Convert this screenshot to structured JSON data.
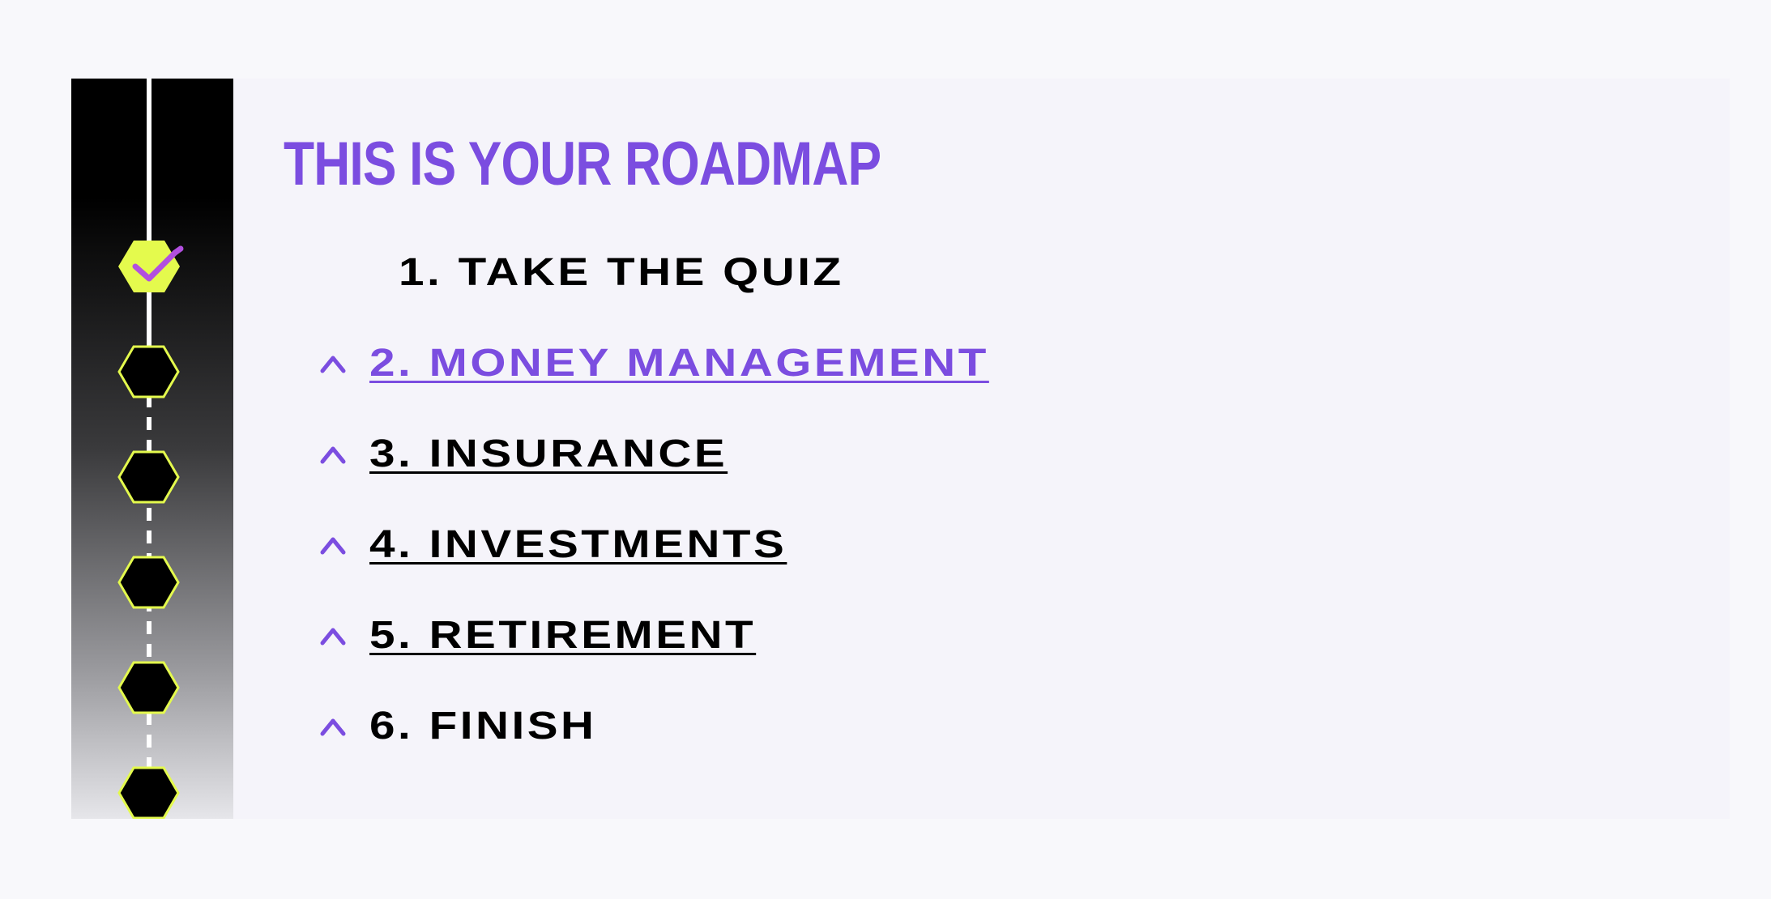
{
  "roadmap": {
    "title": "THIS IS YOUR ROADMAP",
    "steps": [
      {
        "label": "1. TAKE THE QUIZ",
        "completed": true,
        "active": false,
        "link": false,
        "has_chevron": false
      },
      {
        "label": "2. MONEY MANAGEMENT",
        "completed": false,
        "active": true,
        "link": true,
        "has_chevron": true
      },
      {
        "label": "3. INSURANCE",
        "completed": false,
        "active": false,
        "link": true,
        "has_chevron": true
      },
      {
        "label": "4. INVESTMENTS",
        "completed": false,
        "active": false,
        "link": true,
        "has_chevron": true
      },
      {
        "label": "5. RETIREMENT",
        "completed": false,
        "active": false,
        "link": true,
        "has_chevron": true
      },
      {
        "label": "6. FINISH",
        "completed": false,
        "active": false,
        "link": false,
        "has_chevron": true
      }
    ]
  },
  "icons": {
    "completed_marker": "hexagon-check-icon",
    "pending_marker": "hexagon-icon",
    "expand": "chevron-up-icon"
  },
  "colors": {
    "accent": "#7b4de0",
    "marker_complete": "#e4fa4d",
    "marker_border": "#e4fa4d",
    "marker_pending": "#000000",
    "check": "#b24fe0",
    "text": "#000000",
    "card_background": "#f5f4fa",
    "page_background": "#f8f8fb"
  }
}
